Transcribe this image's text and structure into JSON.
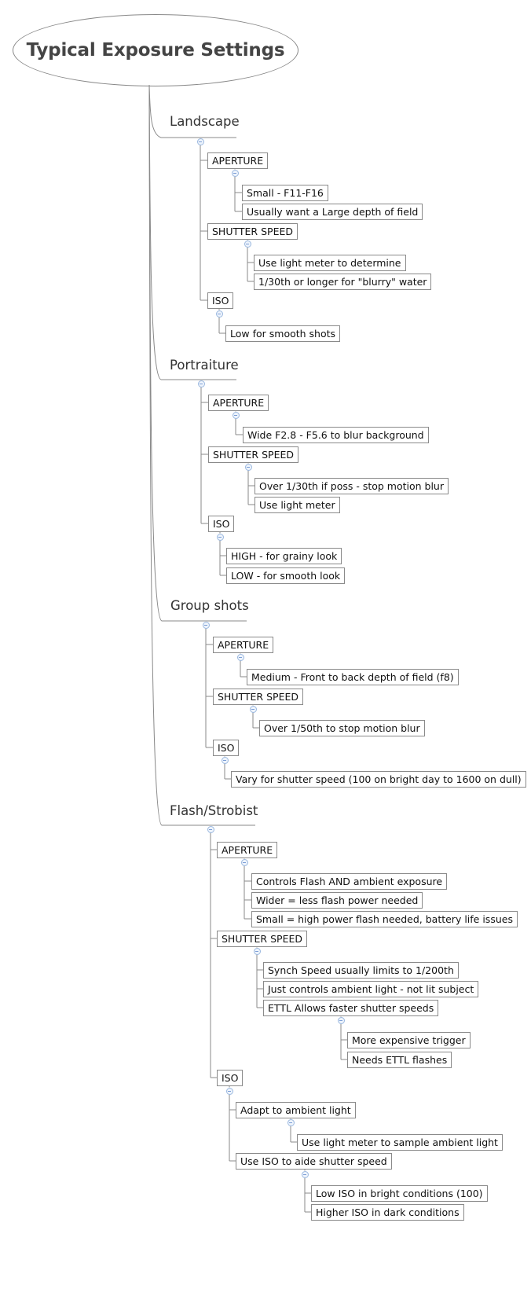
{
  "title": "Typical Exposure Settings",
  "branches": [
    {
      "label": "Landscape",
      "groups": [
        {
          "label": "APERTURE",
          "items": [
            {
              "label": "Small - F11-F16"
            },
            {
              "label": "Usually want a Large depth of field"
            }
          ]
        },
        {
          "label": "SHUTTER SPEED",
          "items": [
            {
              "label": "Use light meter to determine"
            },
            {
              "label": "1/30th or longer for \"blurry\" water"
            }
          ]
        },
        {
          "label": "ISO",
          "items": [
            {
              "label": "Low for smooth shots"
            }
          ]
        }
      ]
    },
    {
      "label": "Portraiture",
      "groups": [
        {
          "label": "APERTURE",
          "items": [
            {
              "label": "Wide F2.8 - F5.6 to blur background"
            }
          ]
        },
        {
          "label": "SHUTTER SPEED",
          "items": [
            {
              "label": "Over 1/30th if poss - stop motion blur"
            },
            {
              "label": "Use light meter"
            }
          ]
        },
        {
          "label": "ISO",
          "items": [
            {
              "label": "HIGH - for grainy look"
            },
            {
              "label": "LOW - for smooth look"
            }
          ]
        }
      ]
    },
    {
      "label": "Group shots",
      "groups": [
        {
          "label": "APERTURE",
          "items": [
            {
              "label": "Medium - Front to back depth of field (f8)"
            }
          ]
        },
        {
          "label": "SHUTTER SPEED",
          "items": [
            {
              "label": "Over 1/50th to stop motion blur"
            }
          ]
        },
        {
          "label": "ISO",
          "items": [
            {
              "label": "Vary for shutter speed (100 on bright day to 1600 on dull)"
            }
          ]
        }
      ]
    },
    {
      "label": "Flash/Strobist",
      "groups": [
        {
          "label": "APERTURE",
          "items": [
            {
              "label": "Controls Flash AND ambient exposure"
            },
            {
              "label": "Wider = less flash power needed"
            },
            {
              "label": "Small = high power flash needed, battery life issues"
            }
          ]
        },
        {
          "label": "SHUTTER SPEED",
          "items": [
            {
              "label": "Synch Speed usually limits to 1/200th"
            },
            {
              "label": "Just controls ambient light - not lit subject"
            },
            {
              "label": "ETTL Allows faster shutter speeds",
              "items": [
                {
                  "label": "More expensive trigger"
                },
                {
                  "label": "Needs ETTL flashes"
                }
              ]
            }
          ]
        },
        {
          "label": "ISO",
          "items": [
            {
              "label": "Adapt to ambient light",
              "items": [
                {
                  "label": "Use light meter to sample ambient light"
                }
              ]
            },
            {
              "label": "Use ISO to aide shutter speed",
              "items": [
                {
                  "label": "Low ISO in bright conditions (100)"
                },
                {
                  "label": "Higher ISO in dark conditions"
                }
              ]
            }
          ]
        }
      ]
    }
  ]
}
